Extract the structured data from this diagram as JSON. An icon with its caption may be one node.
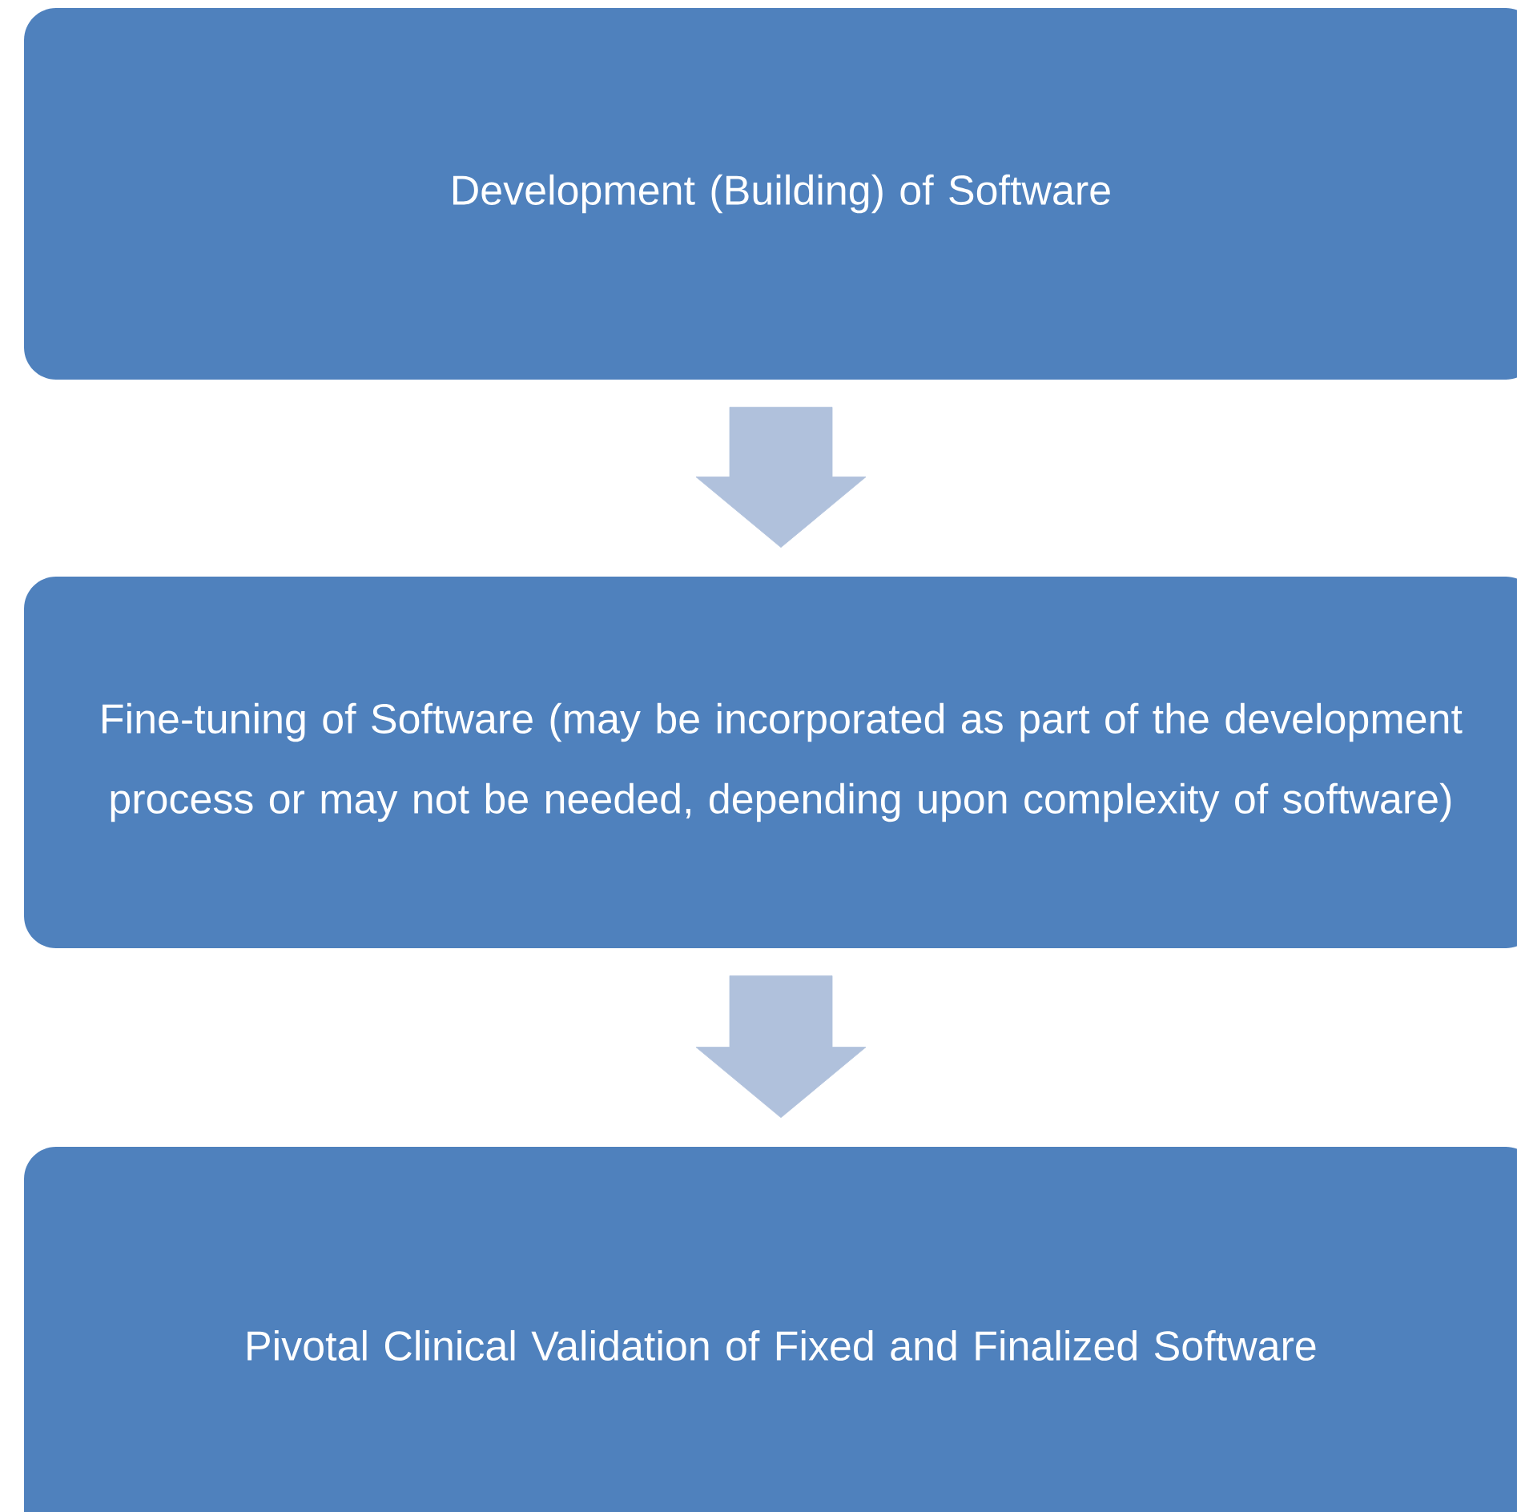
{
  "diagram": {
    "nodes": [
      {
        "text": [
          "Development (Building) of Software"
        ]
      },
      {
        "text": [
          "Fine-tuning of Software (may be incorporated as part of the development process or may not be needed, depending upon complexity of software)"
        ]
      },
      {
        "text": [
          "Pivotal Clinical Validation of Fixed and Finalized Software"
        ]
      }
    ],
    "edges": [
      {
        "from": 0,
        "to": 1,
        "arrow": "to"
      },
      {
        "from": 1,
        "to": 2,
        "arrow": "to"
      }
    ]
  }
}
